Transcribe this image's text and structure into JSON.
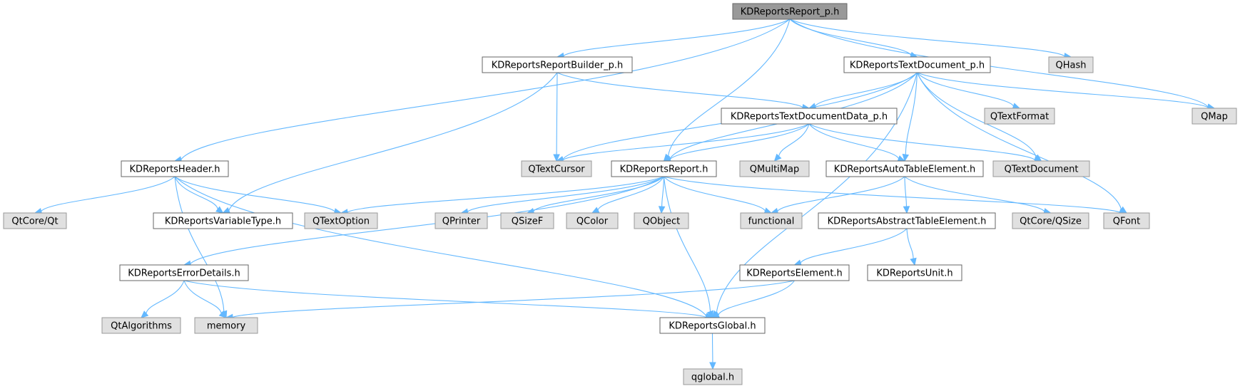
{
  "style": {
    "edge_color": "#63b8ff",
    "root_fill": "#999999",
    "root_border": "#666666",
    "file_fill": "#ffffff",
    "file_border": "#666666",
    "external_fill": "#e0e0e0",
    "external_border": "#999999"
  },
  "nodes": [
    {
      "id": "root",
      "label": "KDReportsReport_p.h",
      "kind": "root"
    },
    {
      "id": "builder",
      "label": "KDReportsReportBuilder_p.h",
      "kind": "file"
    },
    {
      "id": "textdocp",
      "label": "KDReportsTextDocument_p.h",
      "kind": "file"
    },
    {
      "id": "qhash",
      "label": "QHash",
      "kind": "external"
    },
    {
      "id": "qmap",
      "label": "QMap",
      "kind": "external"
    },
    {
      "id": "textdocdata",
      "label": "KDReportsTextDocumentData_p.h",
      "kind": "file"
    },
    {
      "id": "qtextformat",
      "label": "QTextFormat",
      "kind": "external"
    },
    {
      "id": "header",
      "label": "KDReportsHeader.h",
      "kind": "file"
    },
    {
      "id": "qtextcursor",
      "label": "QTextCursor",
      "kind": "external"
    },
    {
      "id": "report",
      "label": "KDReportsReport.h",
      "kind": "file"
    },
    {
      "id": "qmultimap",
      "label": "QMultiMap",
      "kind": "external"
    },
    {
      "id": "autotable",
      "label": "KDReportsAutoTableElement.h",
      "kind": "file"
    },
    {
      "id": "qtextdocument",
      "label": "QTextDocument",
      "kind": "external"
    },
    {
      "id": "qtcoreqt",
      "label": "QtCore/Qt",
      "kind": "external"
    },
    {
      "id": "variabletype",
      "label": "KDReportsVariableType.h",
      "kind": "file"
    },
    {
      "id": "qtextoption",
      "label": "QTextOption",
      "kind": "external"
    },
    {
      "id": "qprinter",
      "label": "QPrinter",
      "kind": "external"
    },
    {
      "id": "qsizef",
      "label": "QSizeF",
      "kind": "external"
    },
    {
      "id": "qcolor",
      "label": "QColor",
      "kind": "external"
    },
    {
      "id": "qobject",
      "label": "QObject",
      "kind": "external"
    },
    {
      "id": "functional",
      "label": "functional",
      "kind": "external"
    },
    {
      "id": "abstracttable",
      "label": "KDReportsAbstractTableElement.h",
      "kind": "file"
    },
    {
      "id": "qtcoreqsize",
      "label": "QtCore/QSize",
      "kind": "external"
    },
    {
      "id": "qfont",
      "label": "QFont",
      "kind": "external"
    },
    {
      "id": "errordetails",
      "label": "KDReportsErrorDetails.h",
      "kind": "file"
    },
    {
      "id": "element",
      "label": "KDReportsElement.h",
      "kind": "file"
    },
    {
      "id": "unit",
      "label": "KDReportsUnit.h",
      "kind": "file"
    },
    {
      "id": "qtalgorithms",
      "label": "QtAlgorithms",
      "kind": "external"
    },
    {
      "id": "memory",
      "label": "memory",
      "kind": "external"
    },
    {
      "id": "global",
      "label": "KDReportsGlobal.h",
      "kind": "file"
    },
    {
      "id": "qglobal",
      "label": "qglobal.h",
      "kind": "external"
    }
  ],
  "edges": [
    {
      "from": "root",
      "to": "builder"
    },
    {
      "from": "root",
      "to": "textdocp"
    },
    {
      "from": "root",
      "to": "qhash"
    },
    {
      "from": "root",
      "to": "qmap"
    },
    {
      "from": "root",
      "to": "header"
    },
    {
      "from": "root",
      "to": "report"
    },
    {
      "from": "builder",
      "to": "textdocdata"
    },
    {
      "from": "builder",
      "to": "qtextcursor"
    },
    {
      "from": "builder",
      "to": "variabletype"
    },
    {
      "from": "textdocp",
      "to": "textdocdata"
    },
    {
      "from": "textdocp",
      "to": "qtextformat"
    },
    {
      "from": "textdocp",
      "to": "qmap"
    },
    {
      "from": "textdocp",
      "to": "qtextcursor"
    },
    {
      "from": "textdocp",
      "to": "report"
    },
    {
      "from": "textdocp",
      "to": "autotable"
    },
    {
      "from": "textdocp",
      "to": "qtextdocument"
    },
    {
      "from": "textdocp",
      "to": "qfont"
    },
    {
      "from": "textdocp",
      "to": "global"
    },
    {
      "from": "textdocdata",
      "to": "qtextcursor"
    },
    {
      "from": "textdocdata",
      "to": "report"
    },
    {
      "from": "textdocdata",
      "to": "qmultimap"
    },
    {
      "from": "textdocdata",
      "to": "autotable"
    },
    {
      "from": "textdocdata",
      "to": "qtextdocument"
    },
    {
      "from": "header",
      "to": "qtcoreqt"
    },
    {
      "from": "header",
      "to": "variabletype"
    },
    {
      "from": "header",
      "to": "qtextoption"
    },
    {
      "from": "header",
      "to": "memory"
    },
    {
      "from": "header",
      "to": "global"
    },
    {
      "from": "report",
      "to": "qtextoption"
    },
    {
      "from": "report",
      "to": "qprinter"
    },
    {
      "from": "report",
      "to": "qsizef"
    },
    {
      "from": "report",
      "to": "qcolor"
    },
    {
      "from": "report",
      "to": "qobject"
    },
    {
      "from": "report",
      "to": "functional"
    },
    {
      "from": "report",
      "to": "qfont"
    },
    {
      "from": "report",
      "to": "errordetails"
    },
    {
      "from": "report",
      "to": "global"
    },
    {
      "from": "autotable",
      "to": "functional"
    },
    {
      "from": "autotable",
      "to": "abstracttable"
    },
    {
      "from": "autotable",
      "to": "qtcoreqsize"
    },
    {
      "from": "abstracttable",
      "to": "element"
    },
    {
      "from": "abstracttable",
      "to": "unit"
    },
    {
      "from": "errordetails",
      "to": "qtalgorithms"
    },
    {
      "from": "errordetails",
      "to": "memory"
    },
    {
      "from": "errordetails",
      "to": "global"
    },
    {
      "from": "element",
      "to": "memory"
    },
    {
      "from": "element",
      "to": "global"
    },
    {
      "from": "global",
      "to": "qglobal"
    }
  ]
}
